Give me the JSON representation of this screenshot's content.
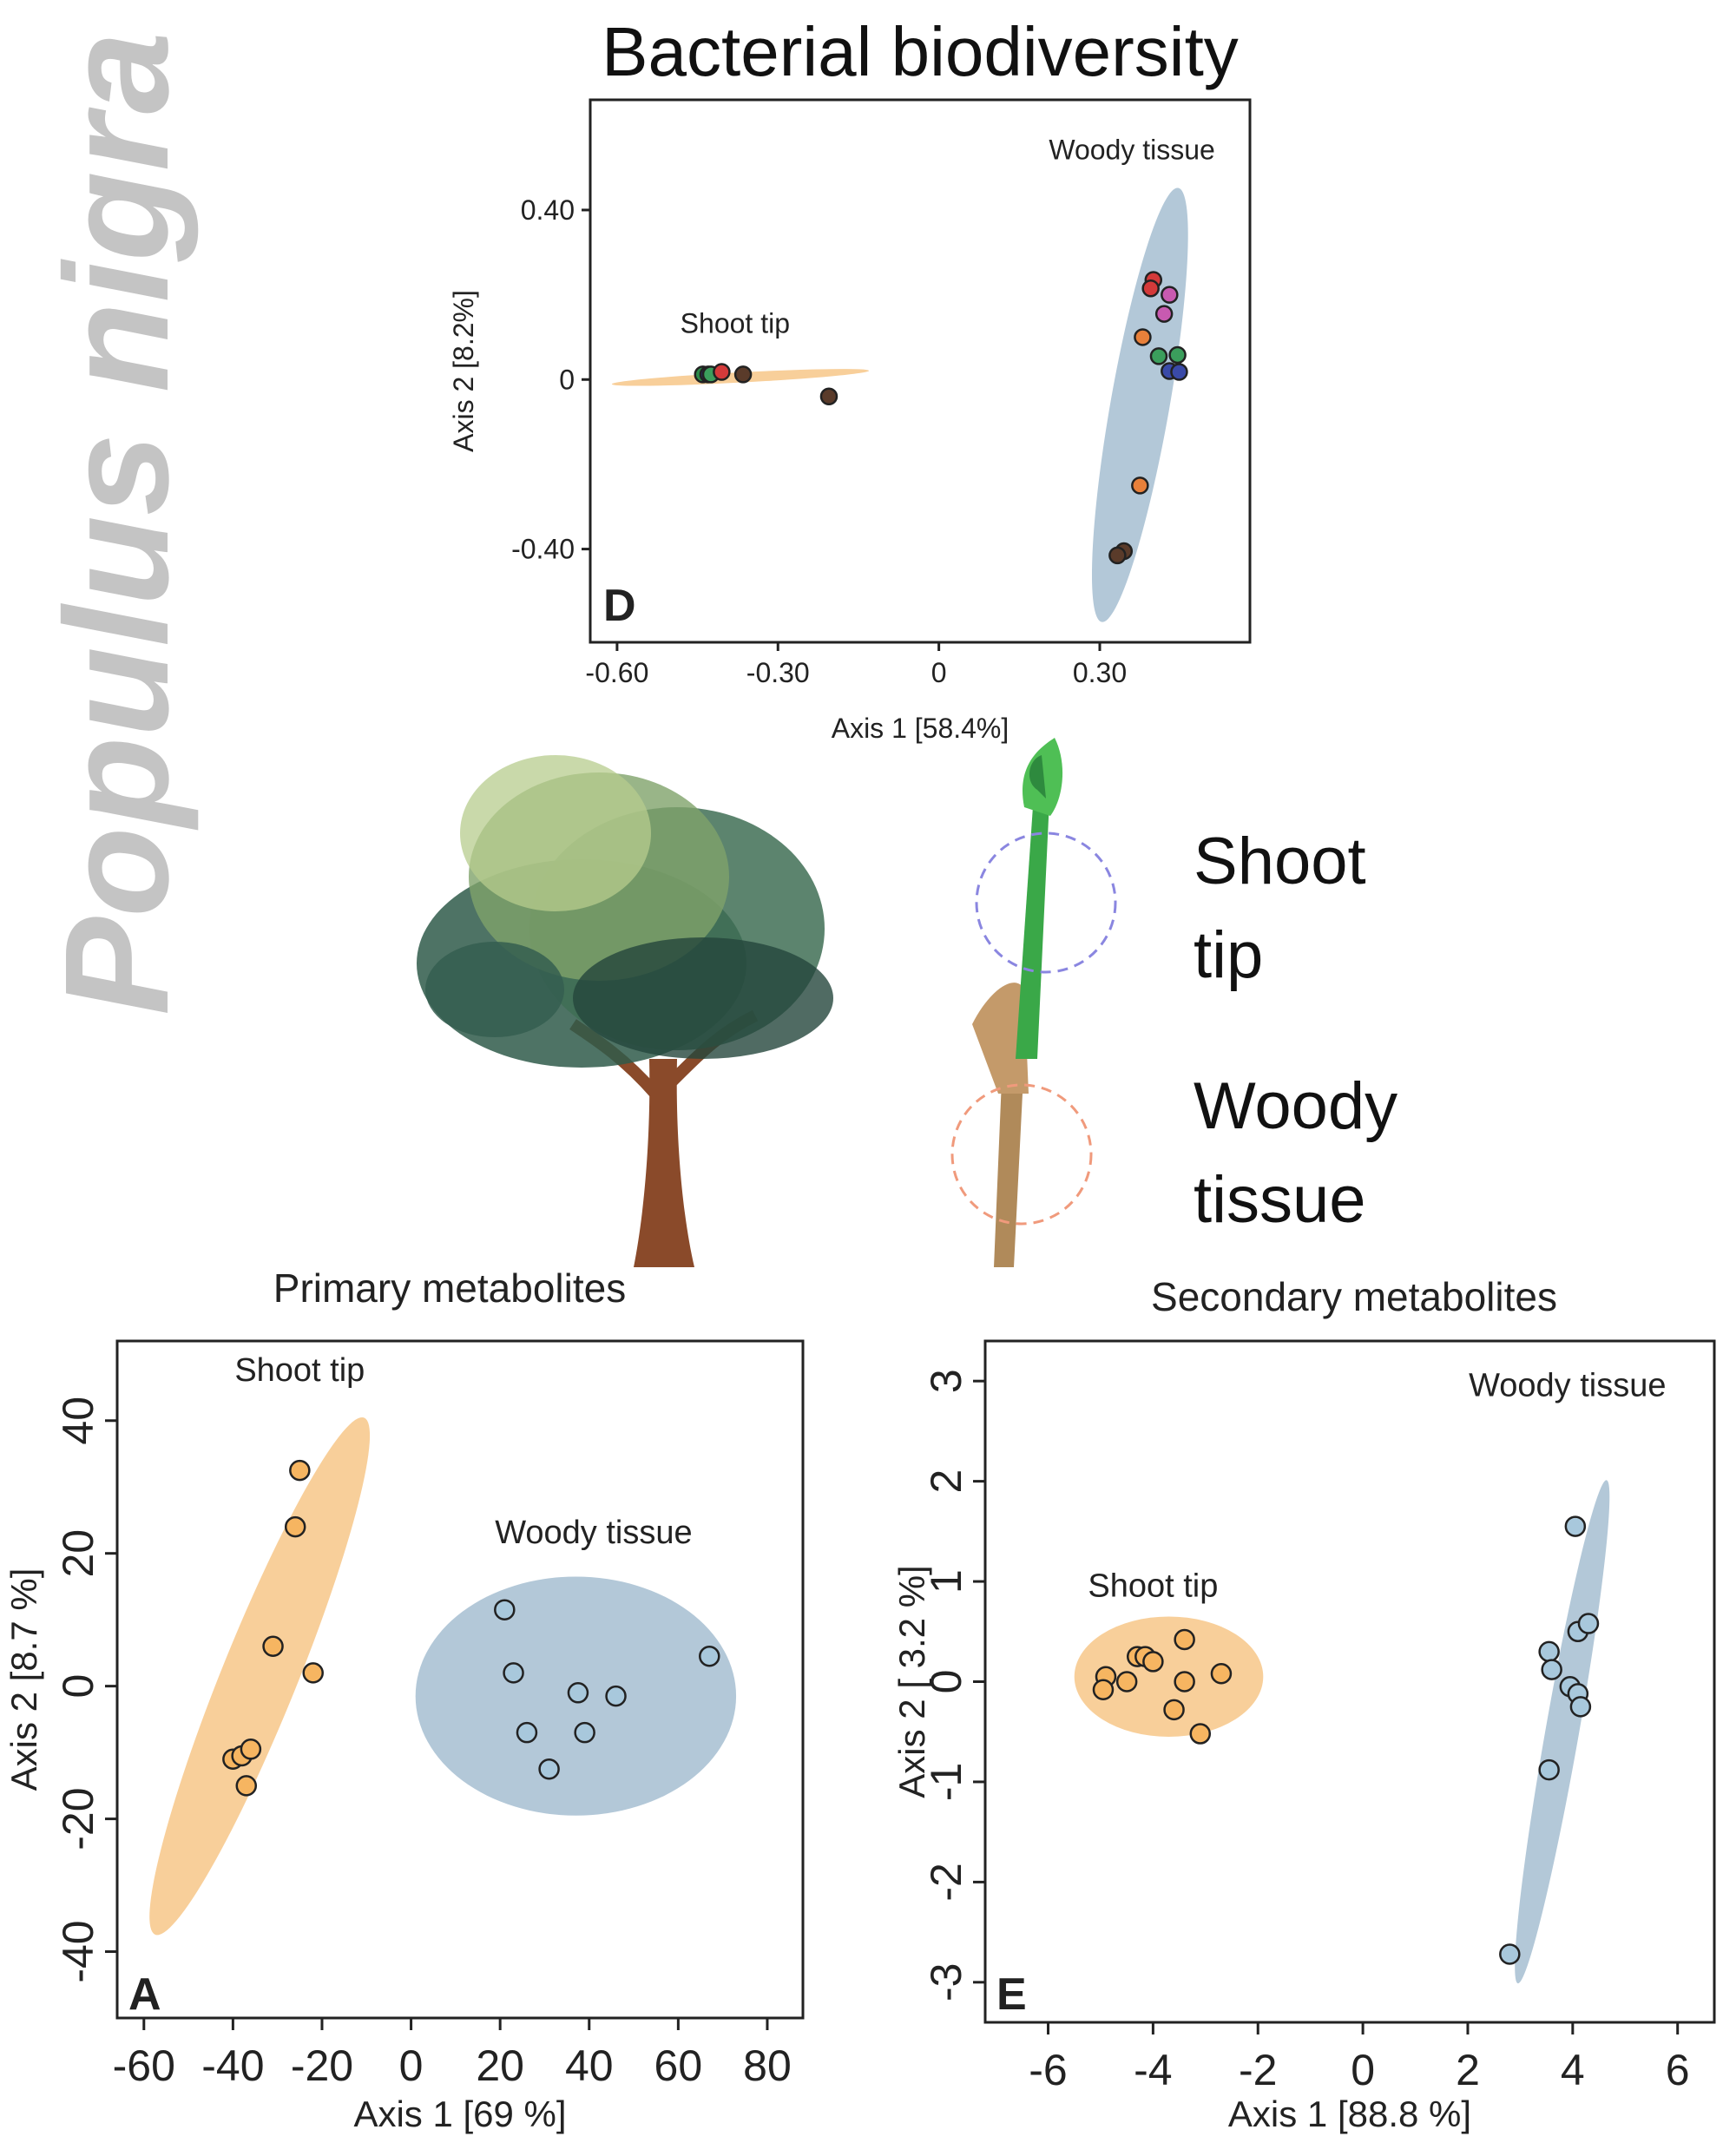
{
  "figure": {
    "species": "Populus nigra",
    "shoot_tip_label": "Shoot tip",
    "woody_label": "Woody tissue",
    "shoot_tip_lines": [
      "Shoot",
      "tip"
    ],
    "woody_lines": [
      "Woody",
      "tissue"
    ]
  },
  "colors": {
    "shoot_ellipse": "#f8cf9a",
    "woody_ellipse": "#b3c8d8",
    "shoot_point": "#f6b561",
    "woody_point": "#a8c8dc",
    "shoot_circle_outline": "#8a86e0",
    "woody_circle_outline": "#f09a7c"
  },
  "chart_data": [
    {
      "id": "D",
      "type": "scatter",
      "title": "Bacterial biodiversity",
      "panel": "D",
      "xlabel": "Axis 1   [58.4%]",
      "ylabel": "Axis 2   [8.2%]",
      "xlim": [
        -0.65,
        0.58
      ],
      "ylim": [
        -0.62,
        0.66
      ],
      "xticks": [
        -0.6,
        -0.3,
        0,
        0.3
      ],
      "xtick_labels": [
        "-0.60",
        "-0.30",
        "0",
        "0.30"
      ],
      "yticks": [
        0.4,
        0,
        -0.4
      ],
      "ytick_labels": [
        "0.40",
        "0",
        "-0.40"
      ],
      "groups": [
        {
          "name": "Shoot tip",
          "ellipse": {
            "cx": -0.37,
            "cy": 0.005,
            "rx": 0.24,
            "ry": 0.012,
            "angle": -3
          },
          "label_pos": [
            -0.38,
            0.11
          ]
        },
        {
          "name": "Woody tissue",
          "ellipse": {
            "cx": 0.375,
            "cy": -0.06,
            "rx": 0.055,
            "ry": 0.52,
            "angle": 10
          },
          "label_pos": [
            0.36,
            0.52
          ]
        }
      ],
      "points": [
        {
          "x": -0.44,
          "y": 0.012,
          "color": "#2d8b4a"
        },
        {
          "x": -0.43,
          "y": 0.012,
          "color": "#2a2a7a"
        },
        {
          "x": -0.425,
          "y": 0.012,
          "color": "#3b9e5c"
        },
        {
          "x": -0.405,
          "y": 0.018,
          "color": "#d43a3a"
        },
        {
          "x": -0.365,
          "y": 0.012,
          "color": "#5a3b2a"
        },
        {
          "x": -0.205,
          "y": -0.04,
          "color": "#5a3b2a"
        },
        {
          "x": 0.4,
          "y": 0.235,
          "color": "#d43a3a"
        },
        {
          "x": 0.395,
          "y": 0.215,
          "color": "#d43a3a"
        },
        {
          "x": 0.43,
          "y": 0.2,
          "color": "#c85ab0"
        },
        {
          "x": 0.42,
          "y": 0.155,
          "color": "#c85ab0"
        },
        {
          "x": 0.38,
          "y": 0.1,
          "color": "#e8803a"
        },
        {
          "x": 0.41,
          "y": 0.055,
          "color": "#3b9e5c"
        },
        {
          "x": 0.445,
          "y": 0.058,
          "color": "#3b9e5c"
        },
        {
          "x": 0.43,
          "y": 0.02,
          "color": "#3a4aa8"
        },
        {
          "x": 0.448,
          "y": 0.018,
          "color": "#3a4aa8"
        },
        {
          "x": 0.375,
          "y": -0.25,
          "color": "#e8803a"
        },
        {
          "x": 0.345,
          "y": -0.405,
          "color": "#5a3b2a"
        },
        {
          "x": 0.333,
          "y": -0.415,
          "color": "#5a3b2a"
        }
      ]
    },
    {
      "id": "A",
      "type": "scatter",
      "title": "Primary metabolites",
      "panel": "A",
      "xlabel": "Axis 1 [69 %]",
      "ylabel": "Axis 2 [8.7 %]",
      "xlim": [
        -66,
        88
      ],
      "ylim": [
        -50,
        52
      ],
      "xticks": [
        -60,
        -40,
        -20,
        0,
        20,
        40,
        60,
        80
      ],
      "xtick_labels": [
        "-60",
        "-40",
        "-20",
        "0",
        "20",
        "40",
        "60",
        "80"
      ],
      "yticks": [
        40,
        20,
        0,
        -20,
        -40
      ],
      "ytick_labels": [
        "40",
        "20",
        "0",
        "-20",
        "-40"
      ],
      "groups": [
        {
          "name": "Shoot tip",
          "ellipse": {
            "cx": -34,
            "cy": 1.5,
            "rx": 8.5,
            "ry": 42,
            "angle": 22
          },
          "label_pos": [
            -25,
            46
          ],
          "point_color": "#f6b561"
        },
        {
          "name": "Woody tissue",
          "ellipse": {
            "cx": 37,
            "cy": -1.5,
            "rx": 36,
            "ry": 18,
            "angle": 0
          },
          "label_pos": [
            41,
            21.5
          ],
          "point_color": "#a8c8dc"
        }
      ],
      "points": [
        {
          "x": -25,
          "y": 32.5,
          "group": "Shoot tip"
        },
        {
          "x": -26,
          "y": 24,
          "group": "Shoot tip"
        },
        {
          "x": -31,
          "y": 6,
          "group": "Shoot tip"
        },
        {
          "x": -22,
          "y": 2,
          "group": "Shoot tip"
        },
        {
          "x": -40,
          "y": -11,
          "group": "Shoot tip"
        },
        {
          "x": -38,
          "y": -10.5,
          "group": "Shoot tip"
        },
        {
          "x": -36,
          "y": -9.5,
          "group": "Shoot tip"
        },
        {
          "x": -37,
          "y": -15,
          "group": "Shoot tip"
        },
        {
          "x": 21,
          "y": 11.5,
          "group": "Woody tissue"
        },
        {
          "x": 23,
          "y": 2,
          "group": "Woody tissue"
        },
        {
          "x": 26,
          "y": -7,
          "group": "Woody tissue"
        },
        {
          "x": 31,
          "y": -12.5,
          "group": "Woody tissue"
        },
        {
          "x": 37.5,
          "y": -1,
          "group": "Woody tissue"
        },
        {
          "x": 39,
          "y": -7,
          "group": "Woody tissue"
        },
        {
          "x": 46,
          "y": -1.5,
          "group": "Woody tissue"
        },
        {
          "x": 67,
          "y": 4.5,
          "group": "Woody tissue"
        }
      ]
    },
    {
      "id": "E",
      "type": "scatter",
      "title": "Secondary metabolites",
      "panel": "E",
      "xlabel": "Axis 1 [88.8 %]",
      "ylabel": "Axis 2 [ 3.2 %]",
      "xlim": [
        -7.2,
        6.7
      ],
      "ylim": [
        -3.4,
        3.4
      ],
      "xticks": [
        -6,
        -4,
        -2,
        0,
        2,
        4,
        6
      ],
      "xtick_labels": [
        "-6",
        "-4",
        "-2",
        "0",
        "2",
        "4",
        "6"
      ],
      "yticks": [
        3,
        2,
        1,
        0,
        -1,
        -2,
        -3
      ],
      "ytick_labels": [
        "3",
        "2",
        "1",
        "0",
        "-1",
        "-2",
        "-3"
      ],
      "groups": [
        {
          "name": "Shoot tip",
          "ellipse": {
            "cx": -3.7,
            "cy": 0.05,
            "rx": 1.8,
            "ry": 0.6,
            "angle": 0
          },
          "label_pos": [
            -4,
            0.85
          ],
          "point_color": "#f6b561"
        },
        {
          "name": "Woody tissue",
          "ellipse": {
            "cx": 3.8,
            "cy": -0.5,
            "rx": 0.32,
            "ry": 2.55,
            "angle": 10
          },
          "label_pos": [
            3.9,
            2.85
          ],
          "point_color": "#a8c8dc"
        }
      ],
      "points": [
        {
          "x": -4.9,
          "y": 0.05,
          "group": "Shoot tip"
        },
        {
          "x": -4.95,
          "y": -0.08,
          "group": "Shoot tip"
        },
        {
          "x": -4.5,
          "y": 0.0,
          "group": "Shoot tip"
        },
        {
          "x": -4.3,
          "y": 0.25,
          "group": "Shoot tip"
        },
        {
          "x": -4.15,
          "y": 0.25,
          "group": "Shoot tip"
        },
        {
          "x": -4.0,
          "y": 0.2,
          "group": "Shoot tip"
        },
        {
          "x": -3.6,
          "y": -0.28,
          "group": "Shoot tip"
        },
        {
          "x": -3.4,
          "y": 0.42,
          "group": "Shoot tip"
        },
        {
          "x": -3.4,
          "y": 0.0,
          "group": "Shoot tip"
        },
        {
          "x": -2.7,
          "y": 0.08,
          "group": "Shoot tip"
        },
        {
          "x": -3.1,
          "y": -0.52,
          "group": "Shoot tip"
        },
        {
          "x": 4.05,
          "y": 1.55,
          "group": "Woody tissue"
        },
        {
          "x": 4.1,
          "y": 0.5,
          "group": "Woody tissue"
        },
        {
          "x": 4.3,
          "y": 0.58,
          "group": "Woody tissue"
        },
        {
          "x": 3.55,
          "y": 0.3,
          "group": "Woody tissue"
        },
        {
          "x": 3.6,
          "y": 0.12,
          "group": "Woody tissue"
        },
        {
          "x": 3.95,
          "y": -0.05,
          "group": "Woody tissue"
        },
        {
          "x": 4.1,
          "y": -0.12,
          "group": "Woody tissue"
        },
        {
          "x": 4.15,
          "y": -0.25,
          "group": "Woody tissue"
        },
        {
          "x": 3.55,
          "y": -0.88,
          "group": "Woody tissue"
        },
        {
          "x": 2.8,
          "y": -2.72,
          "group": "Woody tissue"
        }
      ]
    }
  ]
}
